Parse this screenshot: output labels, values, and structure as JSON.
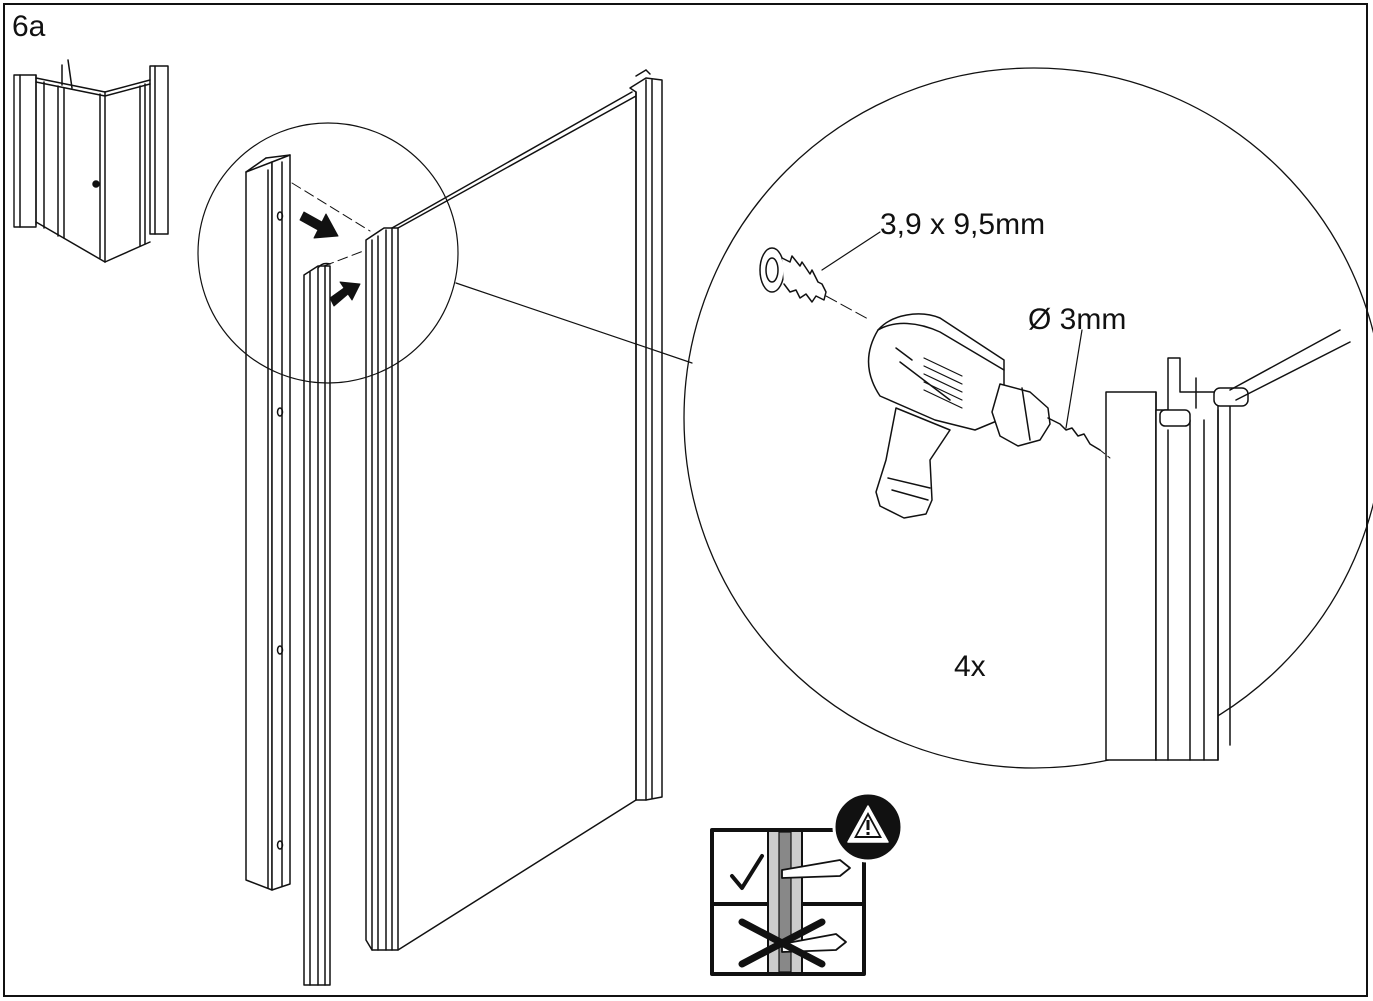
{
  "step": {
    "label": "6a"
  },
  "detail": {
    "screw_spec": "3,9 x 9,5mm",
    "drill_spec": "Ø 3mm",
    "quantity": "4x"
  },
  "warning": {
    "icon": "warning-triangle-icon",
    "correct_icon": "checkmark-icon",
    "incorrect_icon": "cross-icon"
  },
  "colors": {
    "line": "#111111",
    "fill": "#ffffff",
    "arrow": "#111111"
  }
}
